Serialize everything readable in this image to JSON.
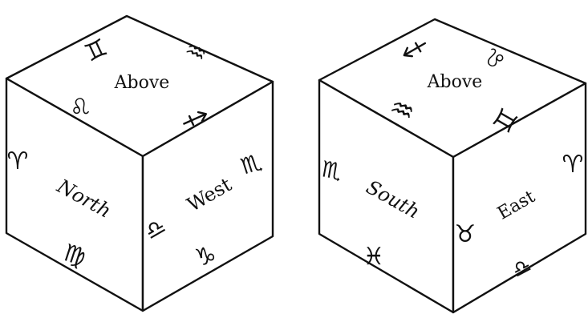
{
  "cubes": [
    {
      "faces": {
        "top": "Above",
        "left": "North",
        "right": "West"
      },
      "symbols": {
        "top": [
          "gemini",
          "aquarius",
          "leo",
          "sagittarius"
        ],
        "left": [
          "aries",
          "virgo"
        ],
        "right": [
          "scorpio",
          "libra",
          "capricorn"
        ]
      }
    },
    {
      "faces": {
        "top": "Above",
        "left": "South",
        "right": "East"
      },
      "symbols": {
        "top": [
          "sagittarius",
          "leo",
          "aquarius",
          "gemini"
        ],
        "left": [
          "scorpio",
          "pisces"
        ],
        "right": [
          "aries",
          "taurus",
          "libra"
        ]
      }
    }
  ],
  "glyphs": {
    "aries": "♈",
    "taurus": "♉",
    "gemini": "♊",
    "leo": "♌",
    "virgo": "♍",
    "libra": "♎",
    "scorpio": "♏",
    "capricorn": "♑",
    "aquarius": "♒",
    "pisces": "♓"
  }
}
